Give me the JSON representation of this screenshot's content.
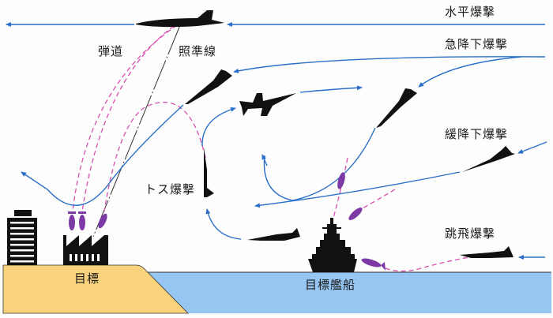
{
  "diagram": {
    "title": "爆撃方法の種類",
    "labels": {
      "level_bombing": "水平爆撃",
      "dive_bombing": "急降下爆撃",
      "glide_bombing": "緩降下爆撃",
      "skip_bombing": "跳飛爆撃",
      "toss_bombing": "トス爆撃",
      "trajectory": "弾道",
      "sight_line": "照準線",
      "ground_target": "目標",
      "ship_target": "目標艦船"
    },
    "legend_colors": {
      "flight_path": "#2a6fc9",
      "bomb_trajectory": "#d94fb0",
      "bomb": "#7d3aa6",
      "aircraft": "#111111",
      "land": "#f9d27c",
      "sea": "#97c6f3"
    },
    "icons": [
      "aircraft-silhouette",
      "bomb",
      "factory",
      "building",
      "battleship"
    ]
  }
}
